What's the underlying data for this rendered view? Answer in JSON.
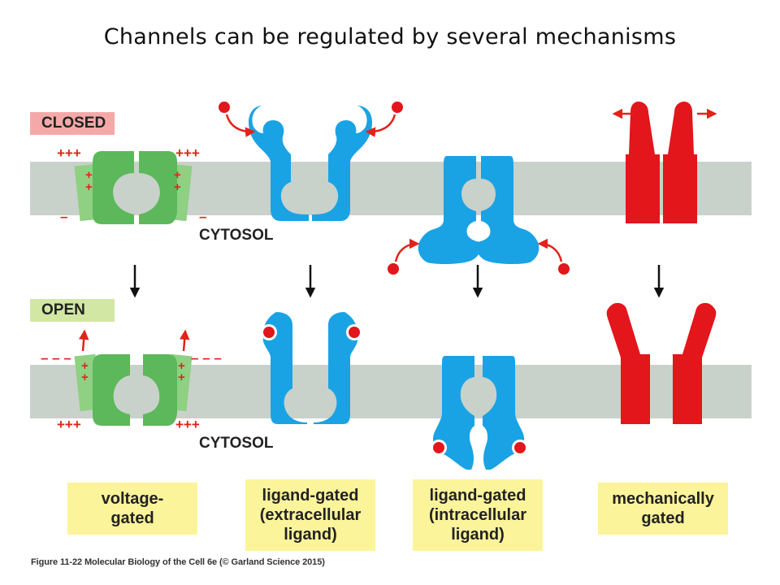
{
  "title": "Channels can be regulated by several mechanisms",
  "states": {
    "closed": "CLOSED",
    "open": "OPEN"
  },
  "cytosol_label": "CYTOSOL",
  "captions": {
    "voltage": "voltage-\ngated",
    "ligand_extra": "ligand-gated\n(extracellular\nligand)",
    "ligand_intra": "ligand-gated\n(intracellular\nligand)",
    "mechanical": "mechanically\ngated"
  },
  "charges": {
    "outer_closed": "+++",
    "inner_closed": "–",
    "outer_open": "– – –",
    "inner_open": "+++",
    "sensor": "+"
  },
  "footer": "Figure 11-22 Molecular Biology of the Cell 6e (© Garland Science 2015)",
  "colors": {
    "membrane": "#c9d1cb",
    "voltage_channel": "#5cb85a",
    "voltage_sensor": "#8fd083",
    "ligand_channel": "#1aa3e4",
    "mechanical_channel": "#e3161b",
    "ligand": "#e3161b",
    "arrow": "#e2231a",
    "closed_label_bg": "#f4a9a8",
    "open_label_bg": "#d2e7a4",
    "caption_bg": "#fcf49a"
  }
}
